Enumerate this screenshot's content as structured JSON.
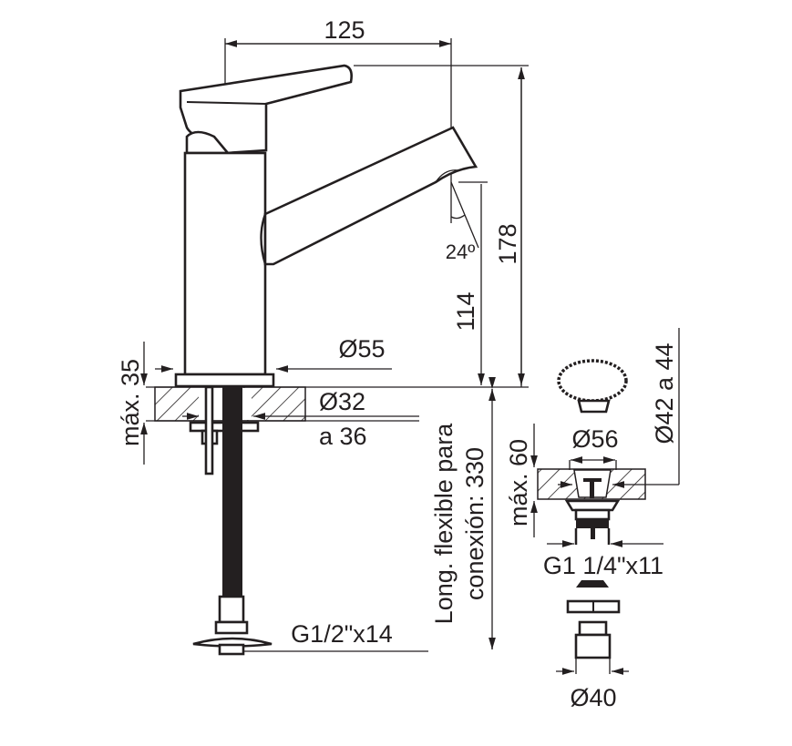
{
  "title": "Faucet technical drawing",
  "dimensions": {
    "width": "125",
    "total_height": "178",
    "spout_height": "114",
    "spout_angle": "24º",
    "base_diameter": "Ø55",
    "max_counter_thickness": "máx. 35",
    "hole_diameter_line1": "Ø32",
    "hole_diameter_line2": "a 36",
    "flex_hose_line1": "Long. flexible para",
    "flex_hose_line2": "conexión: 330",
    "hose_thread": "G1/2\"x14",
    "plug_diameter": "Ø56",
    "drain_hole_diameter": "Ø42 a 44",
    "max_sink_thickness": "máx. 60",
    "drain_thread": "G1 1/4\"x11",
    "drain_outlet_diameter": "Ø40"
  },
  "colors": {
    "line": "#231f20",
    "background": "#ffffff"
  }
}
